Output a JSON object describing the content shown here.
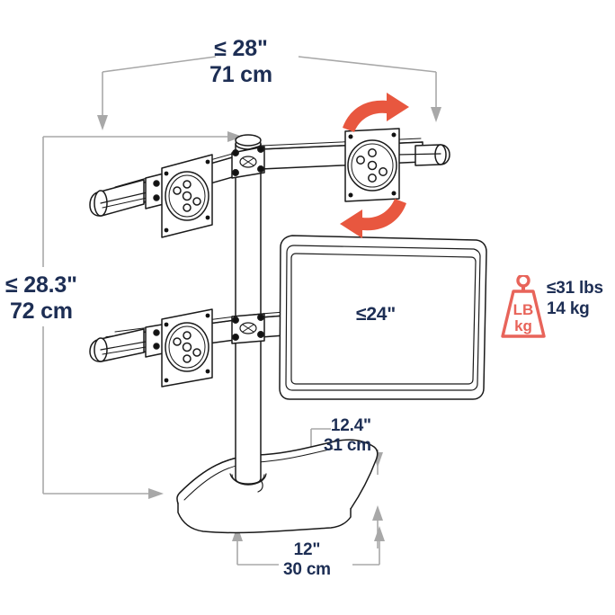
{
  "diagram": {
    "title": "Triple monitor freestanding desk stand dimensions",
    "product": "free-standing triple monitor stand",
    "colors": {
      "label_text": "#1d2e54",
      "dimension_line": "#9a9a9a",
      "product_outline": "#1a1a1a",
      "accent_rotation": "#e8573f",
      "weight_icon": "#e8645a",
      "background": "#ffffff"
    },
    "labels": {
      "width": {
        "line1": "≤ 28\"",
        "line2": "71 cm"
      },
      "height": {
        "line1": "≤ 28.3\"",
        "line2": "72 cm"
      },
      "depth": {
        "line1": "12.4\"",
        "line2": "31 cm"
      },
      "base_width": {
        "line1": "12\"",
        "line2": "30 cm"
      },
      "screen_size": {
        "line1": "≤24\""
      },
      "weight": {
        "line1": "≤31 lbs",
        "line2": "14 kg"
      }
    },
    "weight_icon": {
      "name": "weight-icon",
      "top_text": "LB",
      "bottom_text": "kg"
    },
    "annotations": {
      "rotation_top": "rotation-arrow-clockwise",
      "rotation_bottom": "rotation-arrow-counterclockwise",
      "screen_diagonal": "screen-diagonal-arrow"
    }
  }
}
